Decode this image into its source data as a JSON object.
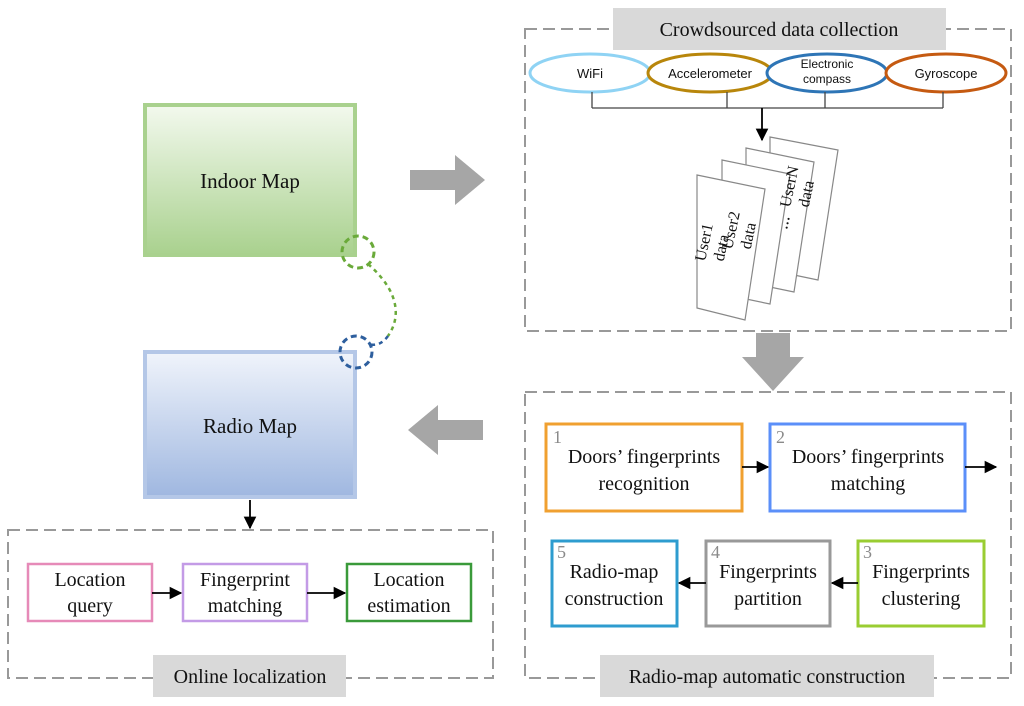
{
  "indoor_map": {
    "label": "Indoor Map"
  },
  "radio_map": {
    "label": "Radio Map"
  },
  "crowdsourced": {
    "title": "Crowdsourced data collection",
    "sensors": [
      "WiFi",
      "Accelerometer",
      "Electronic compass",
      "Gyroscope"
    ],
    "users": [
      {
        "line1": "User1",
        "line2": "data"
      },
      {
        "line1": "User2",
        "line2": "data"
      },
      {
        "line1": "...",
        "line2": ""
      },
      {
        "line1": "UserN",
        "line2": "data"
      }
    ]
  },
  "construction": {
    "title": "Radio-map automatic construction",
    "steps": [
      {
        "num": "1",
        "line1": "Doors’ fingerprints",
        "line2": "recognition"
      },
      {
        "num": "2",
        "line1": "Doors’ fingerprints",
        "line2": "matching"
      },
      {
        "num": "3",
        "line1": "Fingerprints",
        "line2": "clustering"
      },
      {
        "num": "4",
        "line1": "Fingerprints",
        "line2": "partition"
      },
      {
        "num": "5",
        "line1": "Radio-map",
        "line2": "construction"
      }
    ]
  },
  "online": {
    "title": "Online localization",
    "steps": [
      {
        "line1": "Location",
        "line2": "query"
      },
      {
        "line1": "Fingerprint",
        "line2": "matching"
      },
      {
        "line1": "Location",
        "line2": "estimation"
      }
    ]
  },
  "colors": {
    "indoor_border": "#a9d18e",
    "radio_border": "#b4c7e7",
    "wifi": "#8fd3f4",
    "accelerometer": "#b8860b",
    "compass": "#2e75b6",
    "gyroscope": "#c55a11",
    "step1": "#f0a030",
    "step2": "#5b8ff9",
    "step3": "#9acd32",
    "step4": "#999999",
    "step5": "#2e9ccf",
    "query": "#e68ab8",
    "fp_match": "#c39be6",
    "estimation": "#3a9a3a",
    "panel_bg": "#d9d9d9",
    "arrow_gray": "#a6a6a6"
  }
}
